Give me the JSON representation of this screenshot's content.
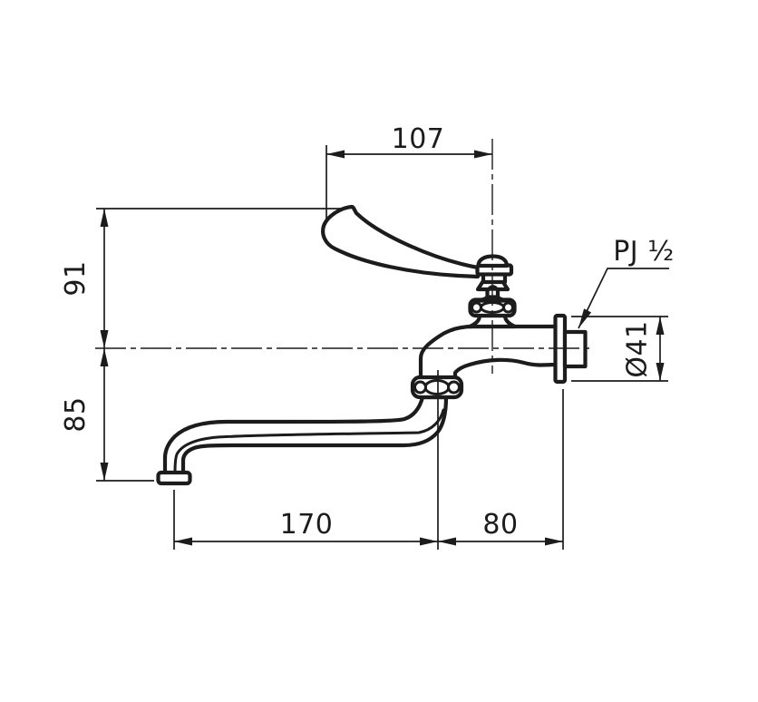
{
  "colors": {
    "line": "#1c1c1c",
    "background": "#ffffff"
  },
  "labels": {
    "dim_top_width": "107",
    "dim_upper_height": "91",
    "dim_lower_height": "85",
    "dim_spout_reach": "170",
    "dim_wall_offset": "80",
    "dim_flange_diameter": "Ø41",
    "connection_type": "PJ ½"
  }
}
